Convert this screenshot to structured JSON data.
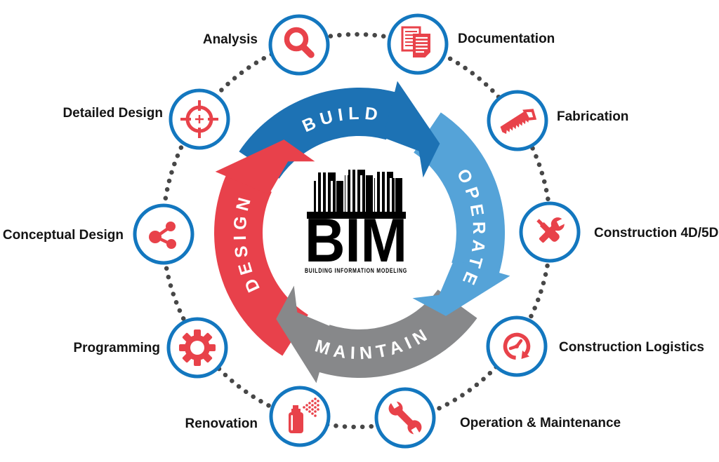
{
  "title": "BIM lifecycle diagram",
  "colors": {
    "icon_red": "#e8424a",
    "node_ring_blue": "#1377bf",
    "dot_gray": "#474747",
    "label_text": "#141414",
    "build_blue": "#1d72b4",
    "operate_blue": "#55a3d8",
    "maintain_gray": "#87888a",
    "design_red": "#e8414b"
  },
  "center": {
    "logo_text": "BIM",
    "logo_subtext": "BUILDING INFORMATION MODELING"
  },
  "ring": [
    {
      "id": "design",
      "label": "DESIGN",
      "color": "#e8414b"
    },
    {
      "id": "build",
      "label": "BUILD",
      "color": "#1d72b4"
    },
    {
      "id": "operate",
      "label": "OPERATE",
      "color": "#55a3d8"
    },
    {
      "id": "maintain",
      "label": "MAINTAIN",
      "color": "#87888a"
    }
  ],
  "nodes": [
    {
      "id": "analysis",
      "label": "Analysis",
      "icon": "magnifier-icon"
    },
    {
      "id": "documentation",
      "label": "Documentation",
      "icon": "documents-icon"
    },
    {
      "id": "fabrication",
      "label": "Fabrication",
      "icon": "saw-icon"
    },
    {
      "id": "construction-4d5d",
      "label": "Construction 4D/5D",
      "icon": "crossed-tools-icon"
    },
    {
      "id": "construction-logistics",
      "label": "Construction Logistics",
      "icon": "clock-arrow-icon"
    },
    {
      "id": "operation-maintenance",
      "label": "Operation & Maintenance",
      "icon": "wrench-icon"
    },
    {
      "id": "renovation",
      "label": "Renovation",
      "icon": "spray-can-icon"
    },
    {
      "id": "programming",
      "label": "Programming",
      "icon": "gear-icon"
    },
    {
      "id": "conceptual-design",
      "label": "Conceptual Design",
      "icon": "share-icon"
    },
    {
      "id": "detailed-design",
      "label": "Detailed Design",
      "icon": "crosshair-icon"
    }
  ]
}
